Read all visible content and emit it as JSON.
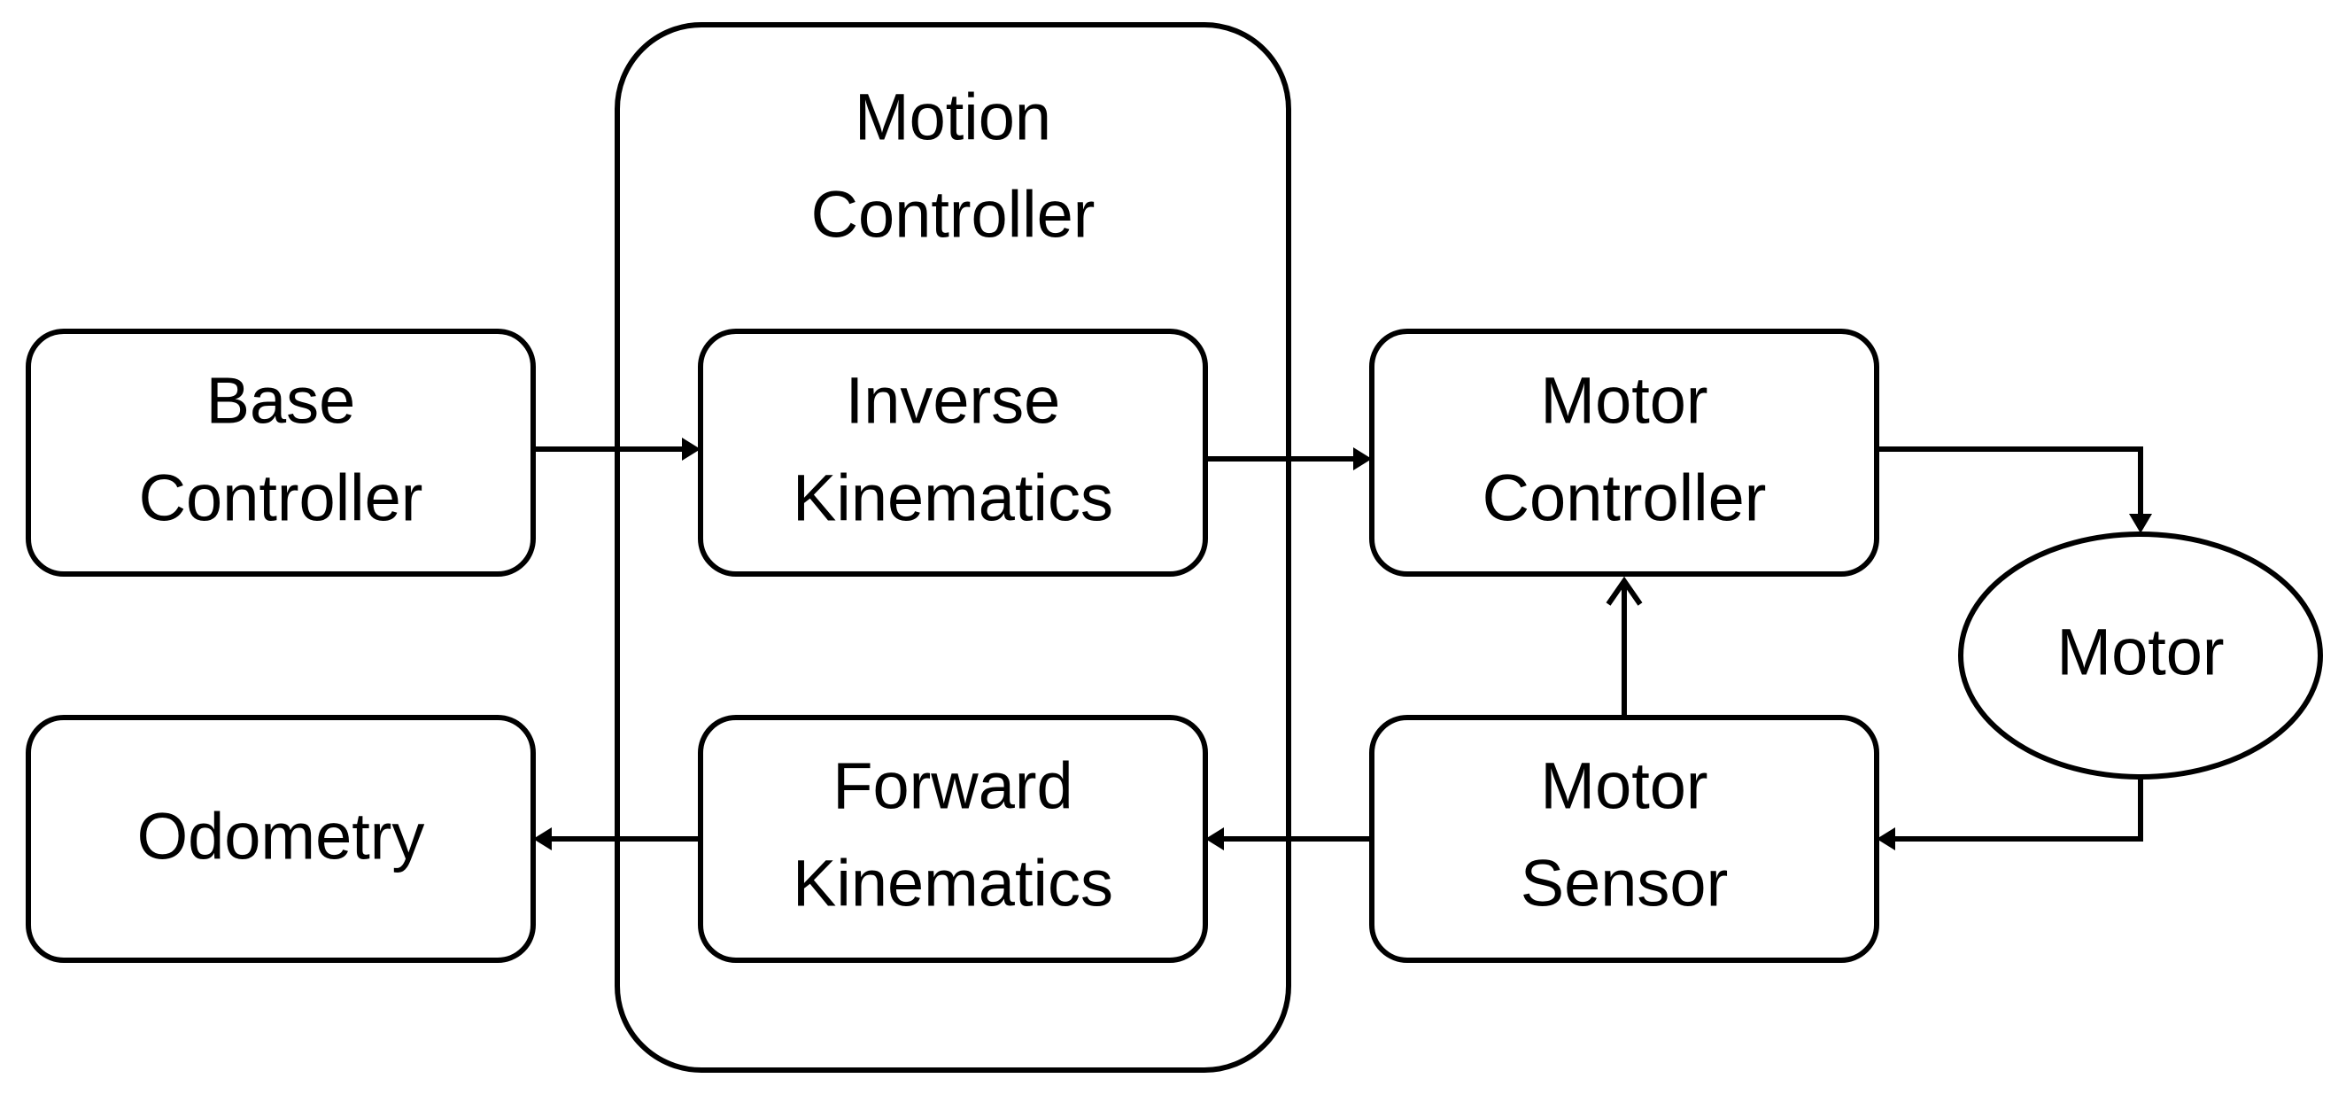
{
  "diagram": {
    "motion_controller": {
      "line1": "Motion",
      "line2": "Controller"
    },
    "base_controller": {
      "line1": "Base",
      "line2": "Controller"
    },
    "odometry": {
      "line1": "Odometry"
    },
    "inverse_kinematics": {
      "line1": "Inverse",
      "line2": "Kinematics"
    },
    "forward_kinematics": {
      "line1": "Forward",
      "line2": "Kinematics"
    },
    "motor_controller": {
      "line1": "Motor",
      "line2": "Controller"
    },
    "motor_sensor": {
      "line1": "Motor",
      "line2": "Sensor"
    },
    "motor": {
      "line1": "Motor"
    }
  },
  "edges": [
    {
      "from": "Base Controller",
      "to": "Inverse Kinematics"
    },
    {
      "from": "Inverse Kinematics",
      "to": "Motor Controller"
    },
    {
      "from": "Motor Controller",
      "to": "Motor"
    },
    {
      "from": "Motor",
      "to": "Motor Sensor"
    },
    {
      "from": "Motor Sensor",
      "to": "Motor Controller"
    },
    {
      "from": "Motor Sensor",
      "to": "Forward Kinematics"
    },
    {
      "from": "Forward Kinematics",
      "to": "Odometry"
    }
  ],
  "colors": {
    "stroke": "#000000",
    "background": "#ffffff"
  }
}
